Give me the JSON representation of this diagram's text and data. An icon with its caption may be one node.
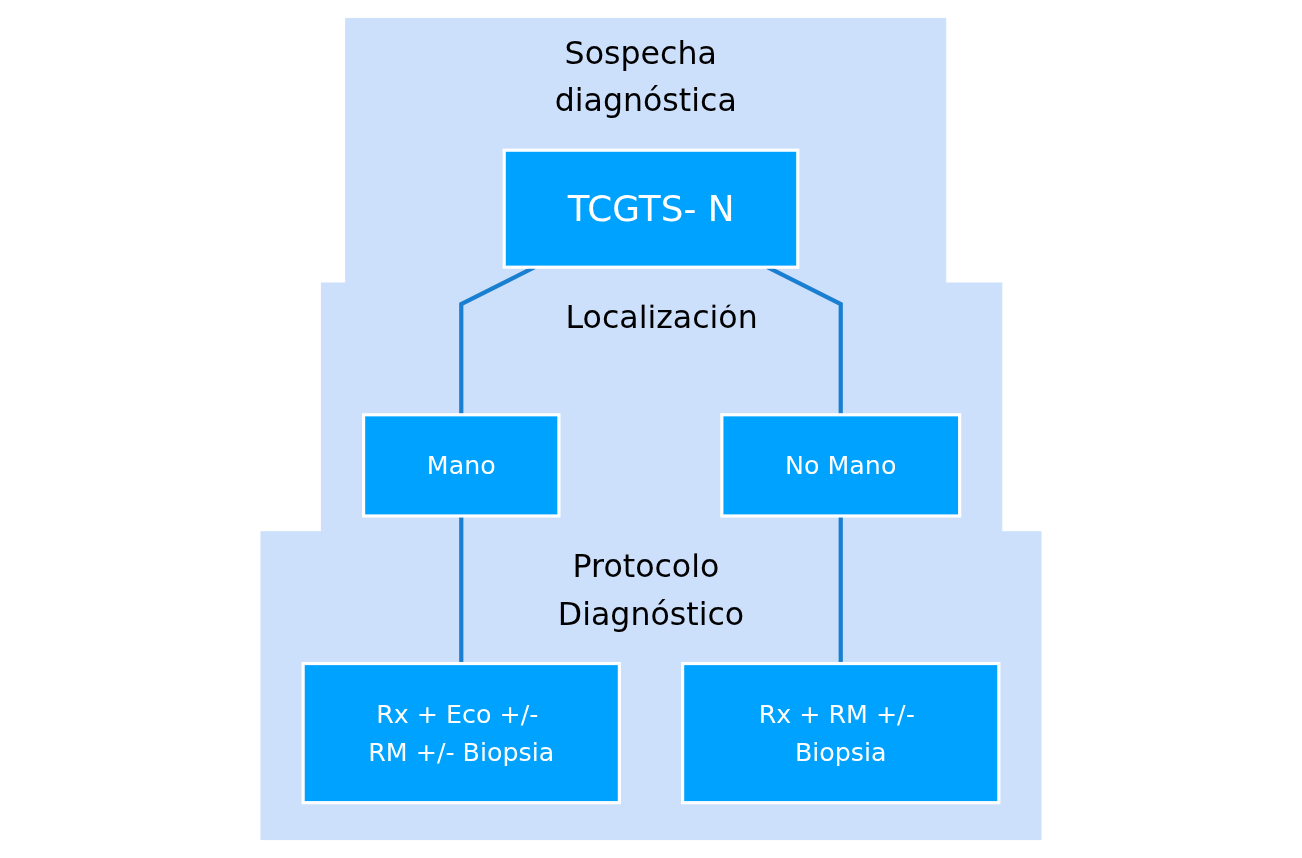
{
  "diagram": {
    "nodes": [
      {
        "text": [
          "Sospecha diagnóstica"
        ]
      },
      {
        "text": [
          "TCGTS- N"
        ],
        "in": 0
      },
      {
        "text": [
          "Localización"
        ]
      },
      {
        "text": [
          "Mano"
        ],
        "in": 2
      },
      {
        "text": [
          "No Mano"
        ],
        "in": 2
      },
      {
        "text": [
          "Protocolo Diagnóstico"
        ]
      },
      {
        "text": [
          "Rx + Eco +/- RM +/- Biopsia"
        ],
        "in": 5
      },
      {
        "text": [
          "Rx + RM +/- Biopsia"
        ],
        "in": 5
      }
    ],
    "edges": [
      {
        "from": 1,
        "to": 3,
        "arrow": "none"
      },
      {
        "from": 1,
        "to": 4,
        "arrow": "none"
      },
      {
        "from": 3,
        "to": 6,
        "arrow": "none"
      },
      {
        "from": 4,
        "to": 7,
        "arrow": "none"
      }
    ]
  }
}
